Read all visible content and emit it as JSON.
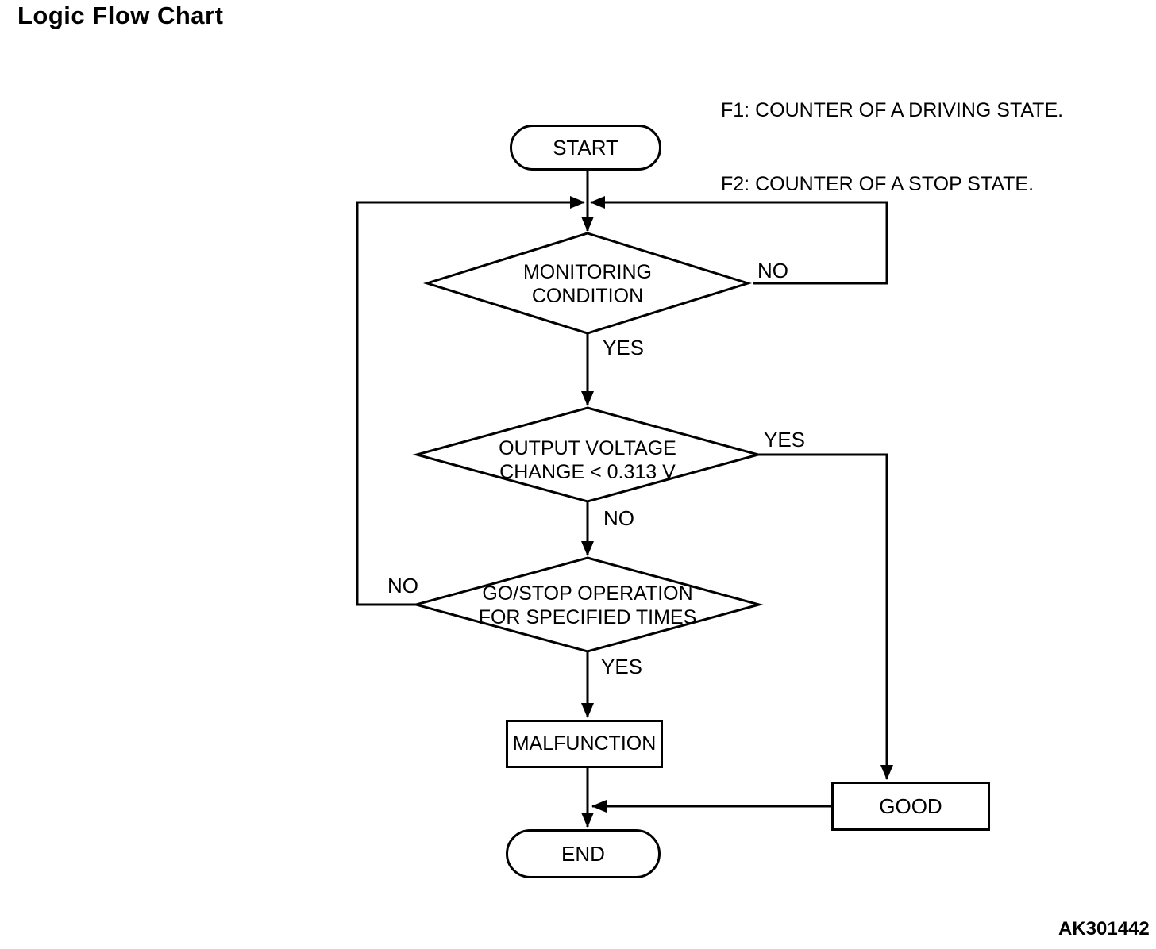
{
  "page": {
    "title": "Logic Flow Chart",
    "figure_id": "AK301442"
  },
  "legend": {
    "f1": "F1: COUNTER OF A DRIVING STATE.",
    "f2": "F2: COUNTER OF A STOP STATE."
  },
  "nodes": {
    "start": {
      "label": "START",
      "type": "terminator"
    },
    "monitoring": {
      "label": "MONITORING\nCONDITION",
      "type": "decision"
    },
    "voltage": {
      "label": "OUTPUT VOLTAGE\nCHANGE < 0.313 V",
      "type": "decision"
    },
    "gostop": {
      "label": "GO/STOP OPERATION\nFOR SPECIFIED TIMES",
      "type": "decision"
    },
    "malfunction": {
      "label": "MALFUNCTION",
      "type": "process"
    },
    "good": {
      "label": "GOOD",
      "type": "process"
    },
    "end": {
      "label": "END",
      "type": "terminator"
    }
  },
  "edge_labels": {
    "monitoring_no": "NO",
    "monitoring_yes": "YES",
    "voltage_yes": "YES",
    "voltage_no": "NO",
    "gostop_no": "NO",
    "gostop_yes": "YES"
  },
  "colors": {
    "line": "#000000",
    "background": "#ffffff",
    "text": "#000000"
  }
}
